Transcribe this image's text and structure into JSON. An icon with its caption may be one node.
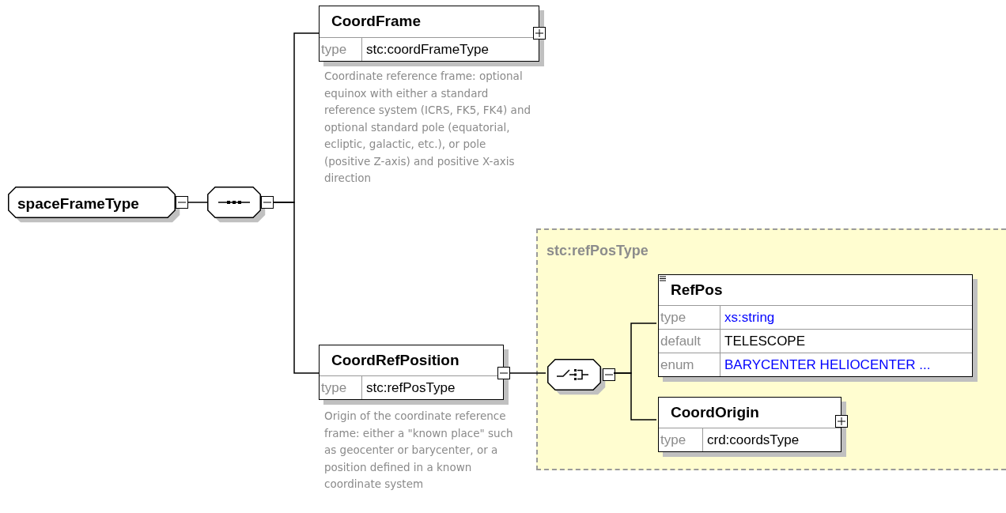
{
  "diagram": {
    "nodes": [
      {
        "text": [
          "spaceFrameType"
        ]
      },
      {
        "text": [],
        "shape": "octagon"
      },
      {
        "text": [
          "CoordFrame",
          "type",
          "stc:coordFrameType"
        ],
        "beside": [
          "Coordinate reference frame: optional equinox with either a standard reference system (ICRS, FK5, FK4) and optional standard pole (equatorial, ecliptic, galactic, etc.), or pole (positive Z-axis) and positive X-axis direction"
        ]
      },
      {
        "text": [
          "CoordRefPosition",
          "type",
          "stc:refPosType"
        ],
        "beside": [
          "Origin of the coordinate reference frame: either a \"known place\" such as geocenter or barycenter, or a position defined in a known coordinate system"
        ]
      },
      {
        "text": [
          "stc:refPosType"
        ]
      },
      {
        "text": [],
        "shape": "octagon",
        "in": 4
      },
      {
        "text": [
          "RefPos",
          "type",
          "xs:string",
          "default",
          "TELESCOPE",
          "enum",
          "BARYCENTER HELIOCENTER ..."
        ],
        "in": 4
      },
      {
        "text": [
          "CoordOrigin",
          "type",
          "crd:coordsType"
        ],
        "in": 4
      }
    ],
    "edges": [
      {
        "from": 0,
        "to": 1,
        "arrow": "none"
      },
      {
        "from": 1,
        "to": 2,
        "arrow": "none"
      },
      {
        "from": 1,
        "to": 3,
        "arrow": "none"
      },
      {
        "from": 3,
        "to": 5,
        "arrow": "none"
      },
      {
        "from": 5,
        "to": 6,
        "arrow": "none"
      },
      {
        "from": 5,
        "to": 7,
        "arrow": "none"
      }
    ]
  }
}
